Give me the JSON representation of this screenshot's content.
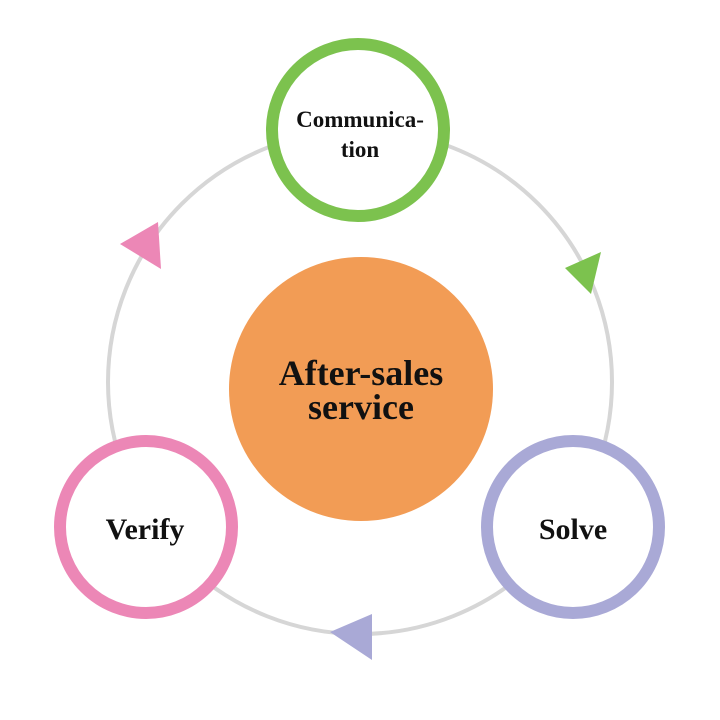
{
  "center": {
    "label": "After-sales\nservice",
    "color": "#f29c55"
  },
  "nodes": [
    {
      "id": "communication",
      "label": "Communica-\ntion",
      "color": "#7cc24e"
    },
    {
      "id": "solve",
      "label": "Solve",
      "color": "#a9a9d6"
    },
    {
      "id": "verify",
      "label": "Verify",
      "color": "#ec87b6"
    }
  ],
  "cycle": {
    "ring_color": "#d6d6d6",
    "arrows": [
      {
        "from": "communication",
        "to": "solve",
        "color": "#7cc24e"
      },
      {
        "from": "solve",
        "to": "verify",
        "color": "#a9a9d6"
      },
      {
        "from": "verify",
        "to": "communication",
        "color": "#ec87b6"
      }
    ]
  }
}
